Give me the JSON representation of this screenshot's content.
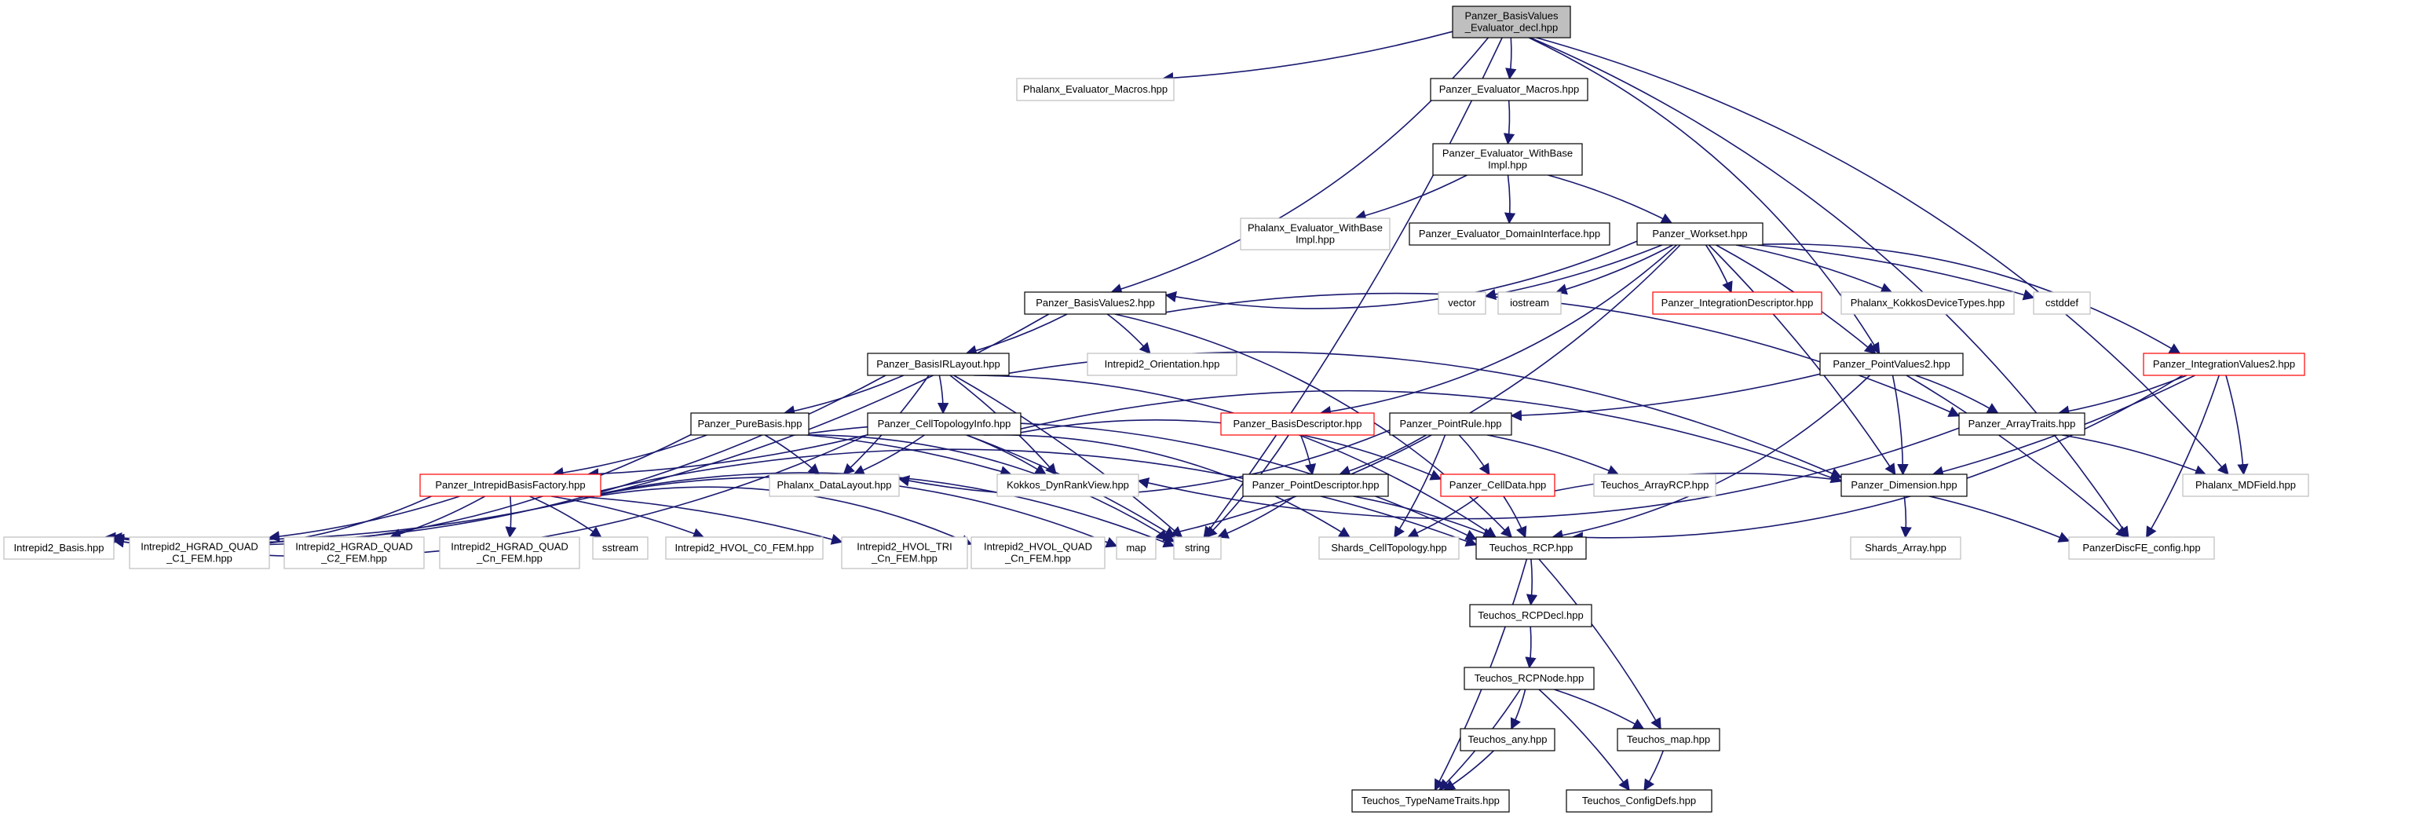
{
  "graph": {
    "nodes": [
      {
        "id": "root",
        "lines": [
          "Panzer_BasisValues",
          "_Evaluator_decl.hpp"
        ],
        "style": "root"
      },
      {
        "id": "phx_macros",
        "lines": [
          "Phalanx_Evaluator_Macros.hpp"
        ],
        "style": "external"
      },
      {
        "id": "pz_macros",
        "lines": [
          "Panzer_Evaluator_Macros.hpp"
        ],
        "style": "normal"
      },
      {
        "id": "pz_withbase",
        "lines": [
          "Panzer_Evaluator_WithBase",
          "Impl.hpp"
        ],
        "style": "normal"
      },
      {
        "id": "phx_withbase",
        "lines": [
          "Phalanx_Evaluator_WithBase",
          "Impl.hpp"
        ],
        "style": "external"
      },
      {
        "id": "pz_domain",
        "lines": [
          "Panzer_Evaluator_DomainInterface.hpp"
        ],
        "style": "normal"
      },
      {
        "id": "pz_workset",
        "lines": [
          "Panzer_Workset.hpp"
        ],
        "style": "normal"
      },
      {
        "id": "vector",
        "lines": [
          "vector"
        ],
        "style": "external"
      },
      {
        "id": "iostream",
        "lines": [
          "iostream"
        ],
        "style": "external"
      },
      {
        "id": "pz_intdesc",
        "lines": [
          "Panzer_IntegrationDescriptor.hpp"
        ],
        "style": "incomplete"
      },
      {
        "id": "phx_kokkos",
        "lines": [
          "Phalanx_KokkosDeviceTypes.hpp"
        ],
        "style": "external"
      },
      {
        "id": "cstddef",
        "lines": [
          "cstddef"
        ],
        "style": "external"
      },
      {
        "id": "pz_bv2",
        "lines": [
          "Panzer_BasisValues2.hpp"
        ],
        "style": "normal"
      },
      {
        "id": "intrepid_orient",
        "lines": [
          "Intrepid2_Orientation.hpp"
        ],
        "style": "external"
      },
      {
        "id": "pz_pv2",
        "lines": [
          "Panzer_PointValues2.hpp"
        ],
        "style": "normal"
      },
      {
        "id": "pz_iv2",
        "lines": [
          "Panzer_IntegrationValues2.hpp"
        ],
        "style": "incomplete"
      },
      {
        "id": "pz_basisir",
        "lines": [
          "Panzer_BasisIRLayout.hpp"
        ],
        "style": "normal"
      },
      {
        "id": "pz_purebasis",
        "lines": [
          "Panzer_PureBasis.hpp"
        ],
        "style": "normal"
      },
      {
        "id": "pz_celltopo",
        "lines": [
          "Panzer_CellTopologyInfo.hpp"
        ],
        "style": "normal"
      },
      {
        "id": "pz_basisdesc",
        "lines": [
          "Panzer_BasisDescriptor.hpp"
        ],
        "style": "incomplete"
      },
      {
        "id": "pz_pointrule",
        "lines": [
          "Panzer_PointRule.hpp"
        ],
        "style": "normal"
      },
      {
        "id": "pz_arraytraits",
        "lines": [
          "Panzer_ArrayTraits.hpp"
        ],
        "style": "normal"
      },
      {
        "id": "pz_intrepidfac",
        "lines": [
          "Panzer_IntrepidBasisFactory.hpp"
        ],
        "style": "incomplete"
      },
      {
        "id": "phx_datalayout",
        "lines": [
          "Phalanx_DataLayout.hpp"
        ],
        "style": "external"
      },
      {
        "id": "kokkos_dynrank",
        "lines": [
          "Kokkos_DynRankView.hpp"
        ],
        "style": "external"
      },
      {
        "id": "pz_pointdesc",
        "lines": [
          "Panzer_PointDescriptor.hpp"
        ],
        "style": "normal"
      },
      {
        "id": "pz_celldata",
        "lines": [
          "Panzer_CellData.hpp"
        ],
        "style": "incomplete"
      },
      {
        "id": "teuchos_arrayrcp",
        "lines": [
          "Teuchos_ArrayRCP.hpp"
        ],
        "style": "external"
      },
      {
        "id": "pz_dimension",
        "lines": [
          "Panzer_Dimension.hpp"
        ],
        "style": "normal"
      },
      {
        "id": "phx_mdfield",
        "lines": [
          "Phalanx_MDField.hpp"
        ],
        "style": "external"
      },
      {
        "id": "intrepid_basis",
        "lines": [
          "Intrepid2_Basis.hpp"
        ],
        "style": "external"
      },
      {
        "id": "hgrad_c1",
        "lines": [
          "Intrepid2_HGRAD_QUAD",
          "_C1_FEM.hpp"
        ],
        "style": "external"
      },
      {
        "id": "hgrad_c2",
        "lines": [
          "Intrepid2_HGRAD_QUAD",
          "_C2_FEM.hpp"
        ],
        "style": "external"
      },
      {
        "id": "hgrad_cn",
        "lines": [
          "Intrepid2_HGRAD_QUAD",
          "_Cn_FEM.hpp"
        ],
        "style": "external"
      },
      {
        "id": "sstream",
        "lines": [
          "sstream"
        ],
        "style": "external"
      },
      {
        "id": "hvol_c0",
        "lines": [
          "Intrepid2_HVOL_C0_FEM.hpp"
        ],
        "style": "external"
      },
      {
        "id": "hvol_tri",
        "lines": [
          "Intrepid2_HVOL_TRI",
          "_Cn_FEM.hpp"
        ],
        "style": "external"
      },
      {
        "id": "hvol_quad",
        "lines": [
          "Intrepid2_HVOL_QUAD",
          "_Cn_FEM.hpp"
        ],
        "style": "external"
      },
      {
        "id": "map_std",
        "lines": [
          "map"
        ],
        "style": "external"
      },
      {
        "id": "string_std",
        "lines": [
          "string"
        ],
        "style": "external"
      },
      {
        "id": "shards_celltopo",
        "lines": [
          "Shards_CellTopology.hpp"
        ],
        "style": "external"
      },
      {
        "id": "teuchos_rcp",
        "lines": [
          "Teuchos_RCP.hpp"
        ],
        "style": "normal"
      },
      {
        "id": "shards_array",
        "lines": [
          "Shards_Array.hpp"
        ],
        "style": "external"
      },
      {
        "id": "panzer_discfe",
        "lines": [
          "PanzerDiscFE_config.hpp"
        ],
        "style": "external"
      },
      {
        "id": "teuchos_rcpdecl",
        "lines": [
          "Teuchos_RCPDecl.hpp"
        ],
        "style": "normal"
      },
      {
        "id": "teuchos_rcpnode",
        "lines": [
          "Teuchos_RCPNode.hpp"
        ],
        "style": "normal"
      },
      {
        "id": "teuchos_any",
        "lines": [
          "Teuchos_any.hpp"
        ],
        "style": "normal"
      },
      {
        "id": "teuchos_map",
        "lines": [
          "Teuchos_map.hpp"
        ],
        "style": "normal"
      },
      {
        "id": "teuchos_typename",
        "lines": [
          "Teuchos_TypeNameTraits.hpp"
        ],
        "style": "normal"
      },
      {
        "id": "teuchos_configdefs",
        "lines": [
          "Teuchos_ConfigDefs.hpp"
        ],
        "style": "normal"
      }
    ],
    "edges": [
      [
        "root",
        "phx_macros"
      ],
      [
        "root",
        "pz_macros"
      ],
      [
        "root",
        "pz_bv2"
      ],
      [
        "root",
        "pz_pv2"
      ],
      [
        "root",
        "phx_mdfield"
      ],
      [
        "root",
        "panzer_discfe"
      ],
      [
        "root",
        "string_std"
      ],
      [
        "pz_macros",
        "pz_withbase"
      ],
      [
        "pz_withbase",
        "phx_withbase"
      ],
      [
        "pz_withbase",
        "pz_domain"
      ],
      [
        "pz_withbase",
        "pz_workset"
      ],
      [
        "pz_workset",
        "vector"
      ],
      [
        "pz_workset",
        "iostream"
      ],
      [
        "pz_workset",
        "pz_intdesc"
      ],
      [
        "pz_workset",
        "phx_kokkos"
      ],
      [
        "pz_workset",
        "cstddef"
      ],
      [
        "pz_workset",
        "pz_bv2"
      ],
      [
        "pz_workset",
        "pz_pv2"
      ],
      [
        "pz_workset",
        "pz_iv2"
      ],
      [
        "pz_workset",
        "pz_basisdesc"
      ],
      [
        "pz_workset",
        "pz_dimension"
      ],
      [
        "pz_workset",
        "map_std"
      ],
      [
        "pz_bv2",
        "pz_basisir"
      ],
      [
        "pz_bv2",
        "intrepid_orient"
      ],
      [
        "pz_bv2",
        "intrepid_basis"
      ],
      [
        "pz_bv2",
        "pz_arraytraits"
      ],
      [
        "pz_bv2",
        "teuchos_rcp"
      ],
      [
        "pz_basisir",
        "pz_purebasis"
      ],
      [
        "pz_basisir",
        "pz_celltopo"
      ],
      [
        "pz_basisir",
        "phx_datalayout"
      ],
      [
        "pz_basisir",
        "kokkos_dynrank"
      ],
      [
        "pz_basisir",
        "intrepid_basis"
      ],
      [
        "pz_basisir",
        "teuchos_rcp"
      ],
      [
        "pz_basisir",
        "pz_dimension"
      ],
      [
        "pz_basisir",
        "string_std"
      ],
      [
        "pz_purebasis",
        "pz_intrepidfac"
      ],
      [
        "pz_purebasis",
        "phx_datalayout"
      ],
      [
        "pz_purebasis",
        "kokkos_dynrank"
      ],
      [
        "pz_purebasis",
        "intrepid_basis"
      ],
      [
        "pz_purebasis",
        "string_std"
      ],
      [
        "pz_purebasis",
        "teuchos_rcp"
      ],
      [
        "pz_celltopo",
        "pz_intrepidfac"
      ],
      [
        "pz_celltopo",
        "phx_datalayout"
      ],
      [
        "pz_celltopo",
        "kokkos_dynrank"
      ],
      [
        "pz_celltopo",
        "pz_celldata"
      ],
      [
        "pz_celltopo",
        "pz_dimension"
      ],
      [
        "pz_celltopo",
        "string_std"
      ],
      [
        "pz_celltopo",
        "shards_celltopo"
      ],
      [
        "pz_celltopo",
        "intrepid_basis"
      ],
      [
        "pz_intrepidfac",
        "intrepid_basis"
      ],
      [
        "pz_intrepidfac",
        "hgrad_c1"
      ],
      [
        "pz_intrepidfac",
        "hgrad_c2"
      ],
      [
        "pz_intrepidfac",
        "hgrad_cn"
      ],
      [
        "pz_intrepidfac",
        "sstream"
      ],
      [
        "pz_intrepidfac",
        "hvol_c0"
      ],
      [
        "pz_intrepidfac",
        "hvol_tri"
      ],
      [
        "pz_intrepidfac",
        "hvol_quad"
      ],
      [
        "pz_intrepidfac",
        "map_std"
      ],
      [
        "pz_intrepidfac",
        "string_std"
      ],
      [
        "pz_intrepidfac",
        "teuchos_rcp"
      ],
      [
        "pz_basisdesc",
        "pz_pointdesc"
      ],
      [
        "pz_basisdesc",
        "string_std"
      ],
      [
        "pz_pointrule",
        "pz_pointdesc"
      ],
      [
        "pz_pointrule",
        "phx_datalayout"
      ],
      [
        "pz_pointrule",
        "teuchos_arrayrcp"
      ],
      [
        "pz_pointrule",
        "pz_celldata"
      ],
      [
        "pz_pointrule",
        "shards_celltopo"
      ],
      [
        "pz_pointdesc",
        "string_std"
      ],
      [
        "pz_pointdesc",
        "teuchos_rcp"
      ],
      [
        "pz_celldata",
        "shards_celltopo"
      ],
      [
        "pz_celldata",
        "teuchos_rcp"
      ],
      [
        "pz_celldata",
        "panzer_discfe"
      ],
      [
        "pz_pv2",
        "pz_pointrule"
      ],
      [
        "pz_pv2",
        "pz_arraytraits"
      ],
      [
        "pz_pv2",
        "pz_dimension"
      ],
      [
        "pz_pv2",
        "teuchos_rcp"
      ],
      [
        "pz_pv2",
        "panzer_discfe"
      ],
      [
        "pz_iv2",
        "pz_arraytraits"
      ],
      [
        "pz_iv2",
        "pz_dimension"
      ],
      [
        "pz_iv2",
        "phx_mdfield"
      ],
      [
        "pz_iv2",
        "teuchos_rcp"
      ],
      [
        "pz_iv2",
        "panzer_discfe"
      ],
      [
        "pz_arraytraits",
        "kokkos_dynrank"
      ],
      [
        "pz_arraytraits",
        "phx_mdfield"
      ],
      [
        "pz_dimension",
        "shards_array"
      ],
      [
        "teuchos_rcp",
        "teuchos_rcpdecl"
      ],
      [
        "teuchos_rcp",
        "teuchos_typename"
      ],
      [
        "teuchos_rcp",
        "teuchos_map"
      ],
      [
        "teuchos_rcpdecl",
        "teuchos_rcpnode"
      ],
      [
        "teuchos_rcpnode",
        "teuchos_any"
      ],
      [
        "teuchos_rcpnode",
        "teuchos_map"
      ],
      [
        "teuchos_rcpnode",
        "teuchos_configdefs"
      ],
      [
        "teuchos_rcpnode",
        "teuchos_typename"
      ],
      [
        "teuchos_any",
        "teuchos_typename"
      ],
      [
        "teuchos_map",
        "teuchos_configdefs"
      ]
    ]
  },
  "colors": {
    "edge": "#191970",
    "normal_border": "#000000",
    "external_border": "#bfbfbf",
    "incomplete_border": "#ff0000",
    "root_fill": "#bfbfbf",
    "node_fill": "#ffffff"
  }
}
